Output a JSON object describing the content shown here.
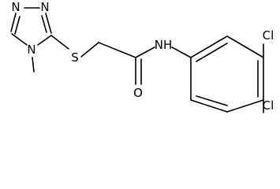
{
  "molecule": {
    "atoms": {
      "n_ring_top": "N",
      "n_ring_right": "N",
      "n_ring_methyl": "N",
      "sulfur": "S",
      "oxygen": "O",
      "amide_nh": "NH",
      "chlorine_top": "Cl",
      "chlorine_bottom": "Cl"
    }
  }
}
